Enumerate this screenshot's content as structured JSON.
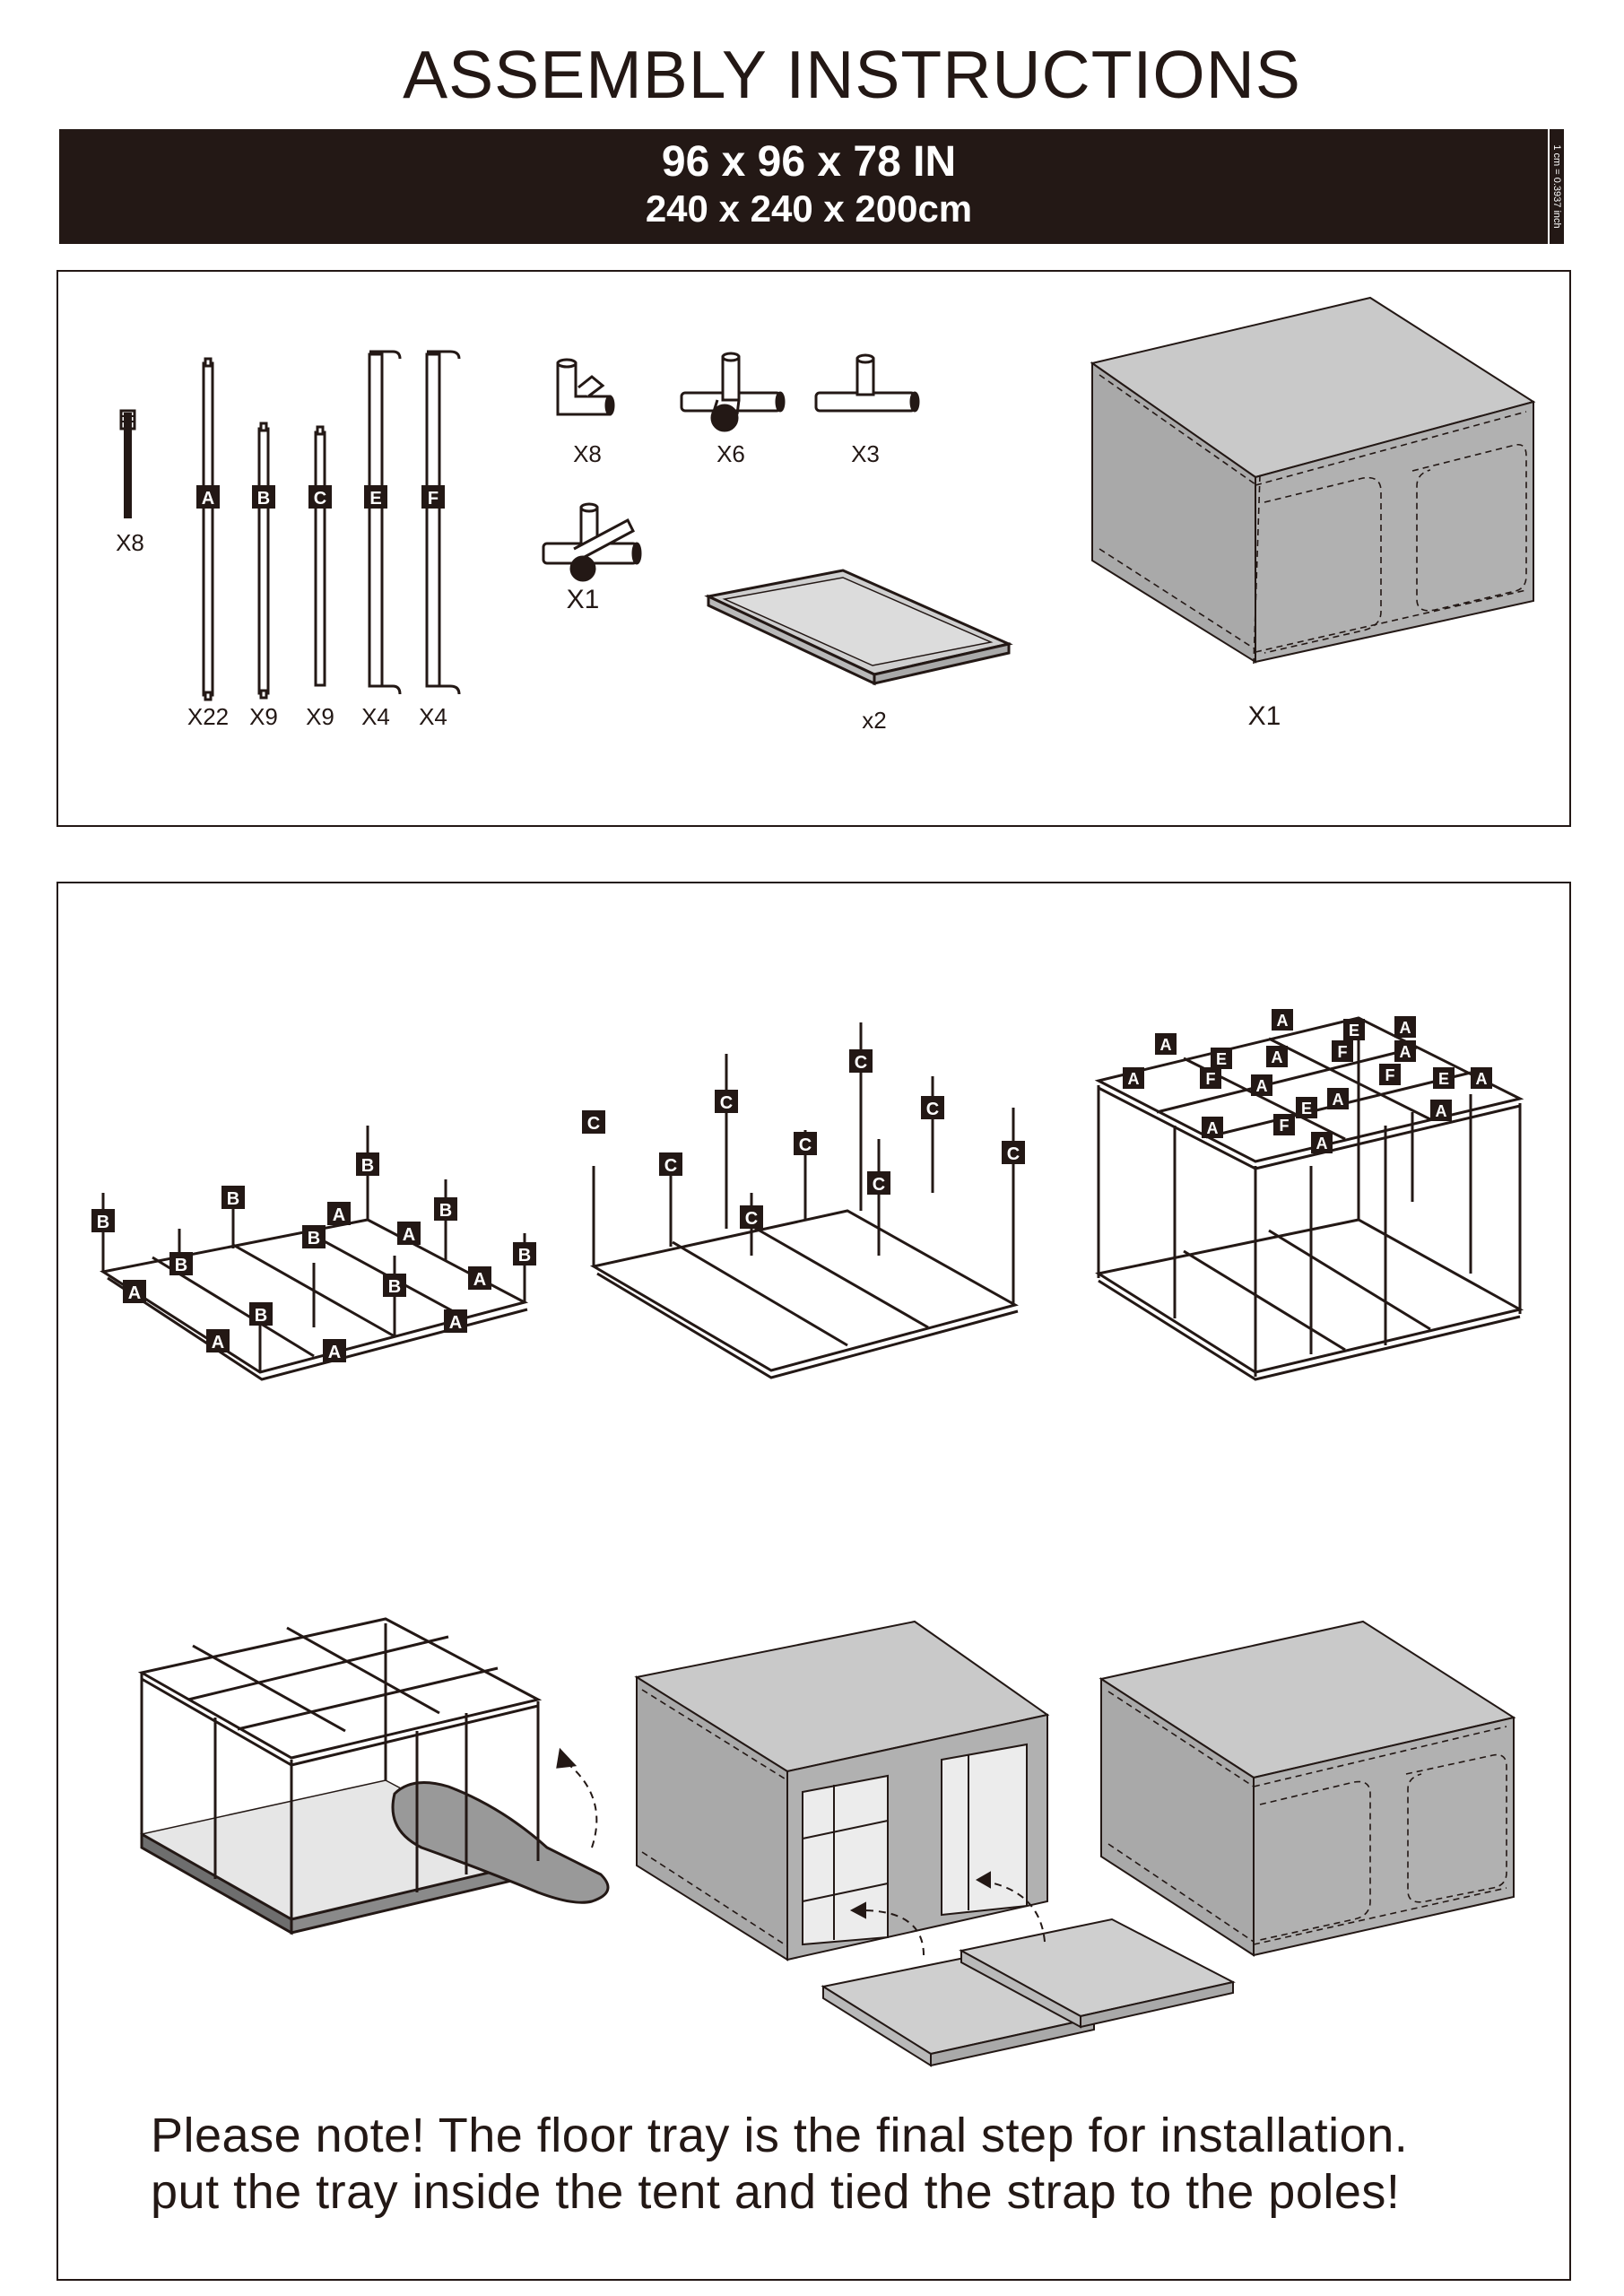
{
  "header": {
    "title": "ASSEMBLY INSTRUCTIONS",
    "size_in": "96 x 96 x 78 IN",
    "size_cm": "240 x 240 x 200cm",
    "conversion": "1 cm = 0.3937 inch"
  },
  "parts": {
    "strap_qty": "X8",
    "poles": [
      {
        "letter": "A",
        "qty": "X22"
      },
      {
        "letter": "B",
        "qty": "X9"
      },
      {
        "letter": "C",
        "qty": "X9"
      },
      {
        "letter": "E",
        "qty": "X4"
      },
      {
        "letter": "F",
        "qty": "X4"
      }
    ],
    "corner_qty": "X8",
    "tee4_qty": "X6",
    "tee3_qty": "X3",
    "cross_qty": "X1",
    "tray_qty": "x2",
    "tent_qty": "X1"
  },
  "labels": {
    "A": "A",
    "B": "B",
    "C": "C",
    "E": "E",
    "F": "F"
  },
  "note": {
    "line1": "Please note! The floor tray is the final step for installation.",
    "line2": "put the tray inside the tent and tied the strap to the poles!"
  },
  "colors": {
    "ink": "#231815",
    "tent_top": "#c9c9c9",
    "tent_side": "#a9a9a9",
    "tray": "#cfcfcf"
  }
}
